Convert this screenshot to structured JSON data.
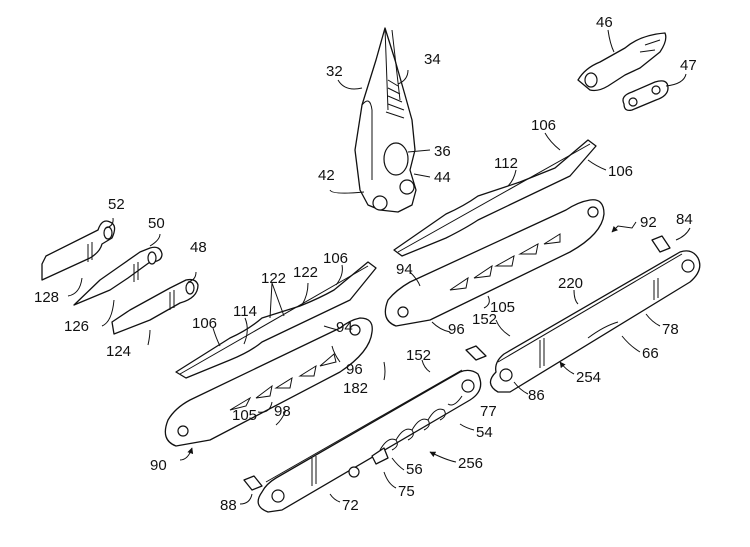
{
  "figure": {
    "type": "patent-exploded-view",
    "subject": "multipurpose folding tool"
  },
  "labels": {
    "l32": "32",
    "l34": "34",
    "l36": "36",
    "l42": "42",
    "l44": "44",
    "l46": "46",
    "l47": "47",
    "l52": "52",
    "l50": "50",
    "l48": "48",
    "l128": "128",
    "l126": "126",
    "l124": "124",
    "l106a": "106",
    "l106b": "106",
    "l106c": "106",
    "l106d": "106",
    "l112": "112",
    "l114": "114",
    "l122a": "122",
    "l122b": "122",
    "l94a": "94",
    "l94b": "94",
    "l96a": "96",
    "l96b": "96",
    "l98": "98",
    "l105a": "105",
    "l105b": "105",
    "l92": "92",
    "l90": "90",
    "l84": "84",
    "l220": "220",
    "l152a": "152",
    "l152b": "152",
    "l78": "78",
    "l66": "66",
    "l86": "86",
    "l254": "254",
    "l182": "182",
    "l77": "77",
    "l54": "54",
    "l256": "256",
    "l56": "56",
    "l75": "75",
    "l72": "72",
    "l88": "88"
  }
}
